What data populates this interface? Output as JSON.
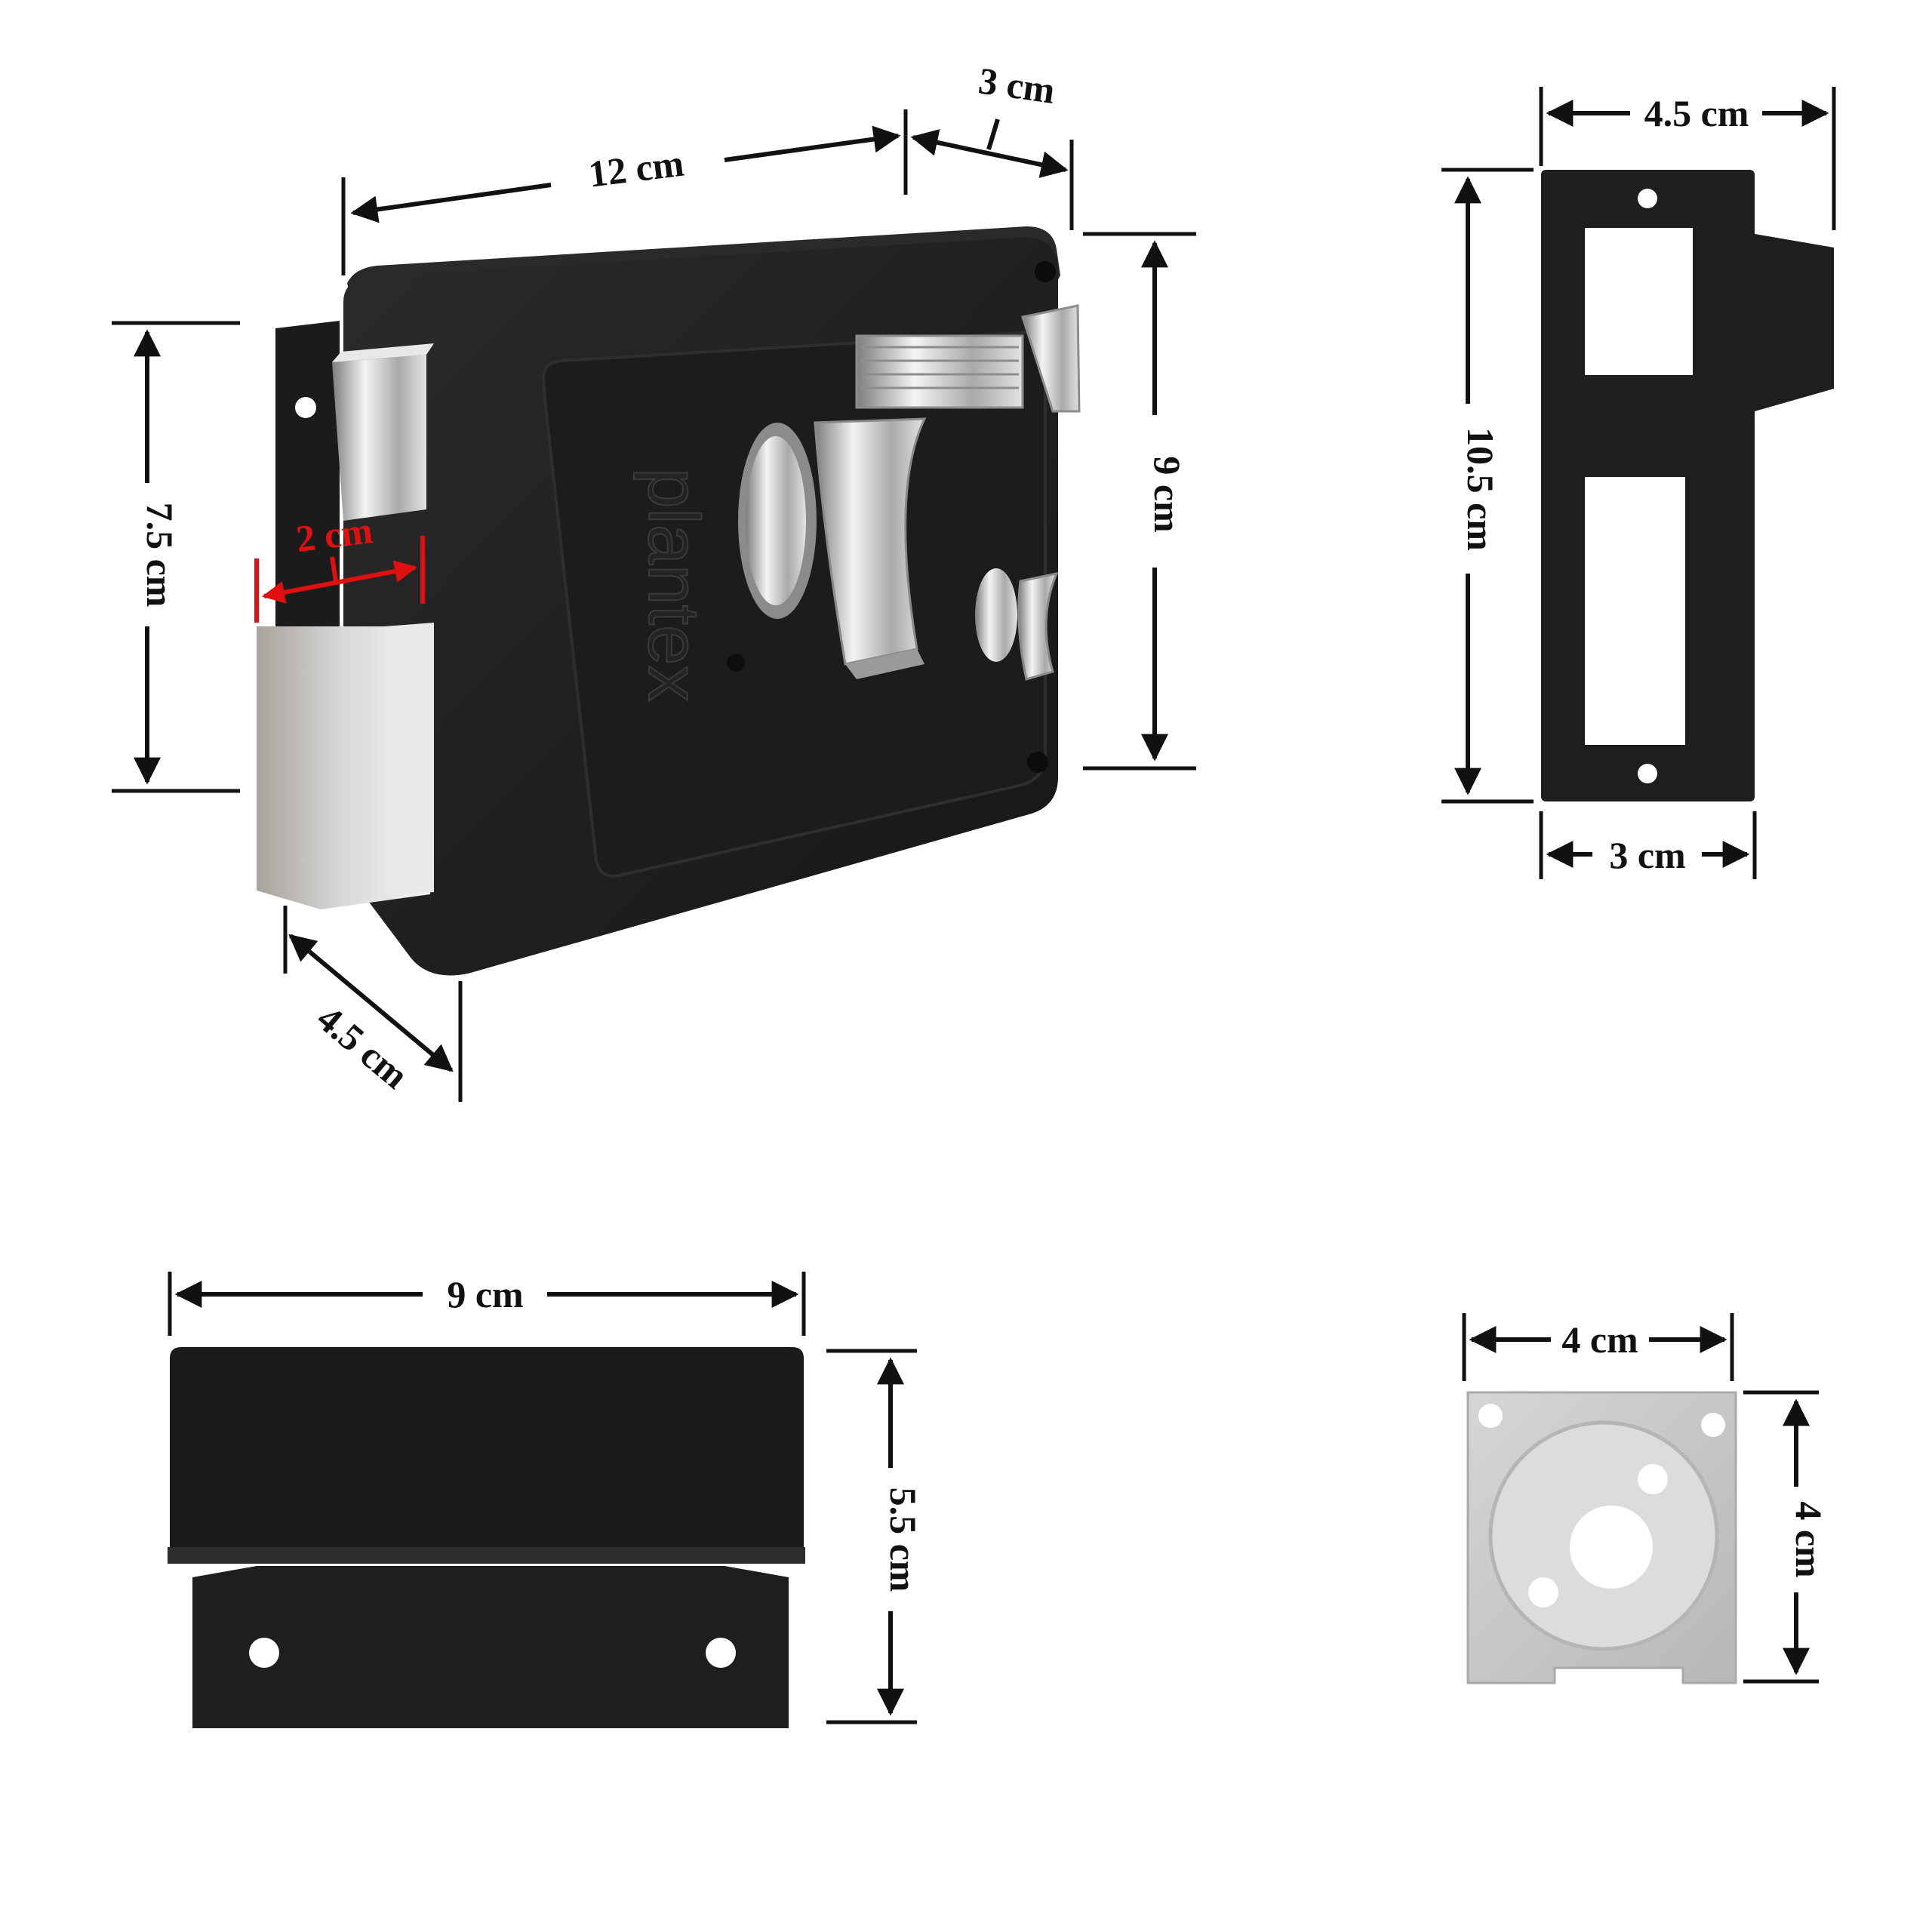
{
  "brand": "plantex",
  "main_lock": {
    "width_label": "12 cm",
    "depth_label": "3 cm",
    "height_right_label": "9 cm",
    "height_left_label": "7.5 cm",
    "bolt_throw_label": "2 cm",
    "body_depth_label": "4.5 cm"
  },
  "strike_plate": {
    "width_top_label": "4.5 cm",
    "height_label": "10.5 cm",
    "width_bottom_label": "3 cm"
  },
  "keeper_box": {
    "width_label": "9 cm",
    "height_label": "5.5 cm"
  },
  "rose_plate": {
    "width_label": "4 cm",
    "height_label": "4 cm"
  },
  "colors": {
    "body": "#1e1e1e",
    "metal": "#c7c7c7",
    "highlight": "#e01010",
    "text": "#111111"
  }
}
